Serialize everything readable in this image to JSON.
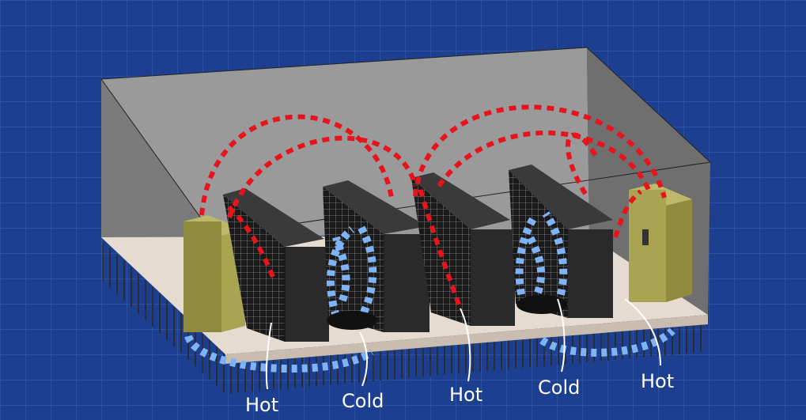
{
  "labels": {
    "hot_1": "Hot",
    "cold_1": "Cold",
    "hot_2": "Hot",
    "cold_2": "Cold",
    "hot_3": "Hot"
  },
  "colors": {
    "background": "#1d3f8f",
    "grid_line": "#3a60b8",
    "hot_air": "#e8141c",
    "cold_air": "#7fb3f5",
    "wall": "#9a9a9a",
    "floor": "#e6dbd0",
    "rack": "#2a2a2a",
    "cooling_unit": "#9a9545",
    "label_text": "#ffffff"
  }
}
